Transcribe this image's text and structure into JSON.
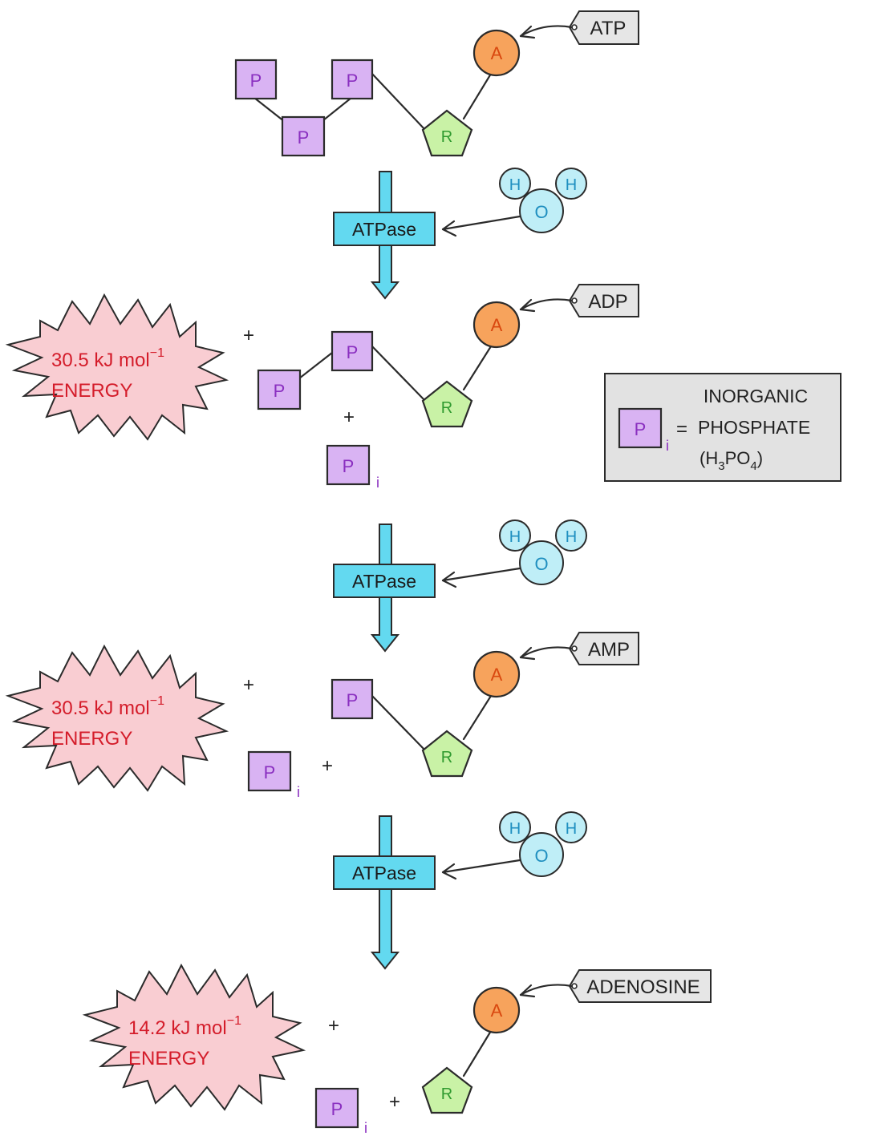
{
  "labels": {
    "atp": "ATP",
    "adp": "ADP",
    "amp": "AMP",
    "adenosine": "ADENOSINE",
    "enzyme": "ATPase",
    "phosphate": "P",
    "ribose": "R",
    "adenine": "A",
    "hydrogen": "H",
    "oxygen": "O",
    "plus": "+",
    "inorganic_subscript": "i"
  },
  "energy": [
    {
      "value": "30.5 kJ mol",
      "superscript": "−1",
      "label": "ENERGY"
    },
    {
      "value": "30.5 kJ mol",
      "superscript": "−1",
      "label": "ENERGY"
    },
    {
      "value": "14.2 kJ mol",
      "superscript": "−1",
      "label": "ENERGY"
    }
  ],
  "key": {
    "equals": "=",
    "line1": "INORGANIC",
    "line2": "PHOSPHATE",
    "formula": {
      "open": "(H",
      "sub1": "3",
      "mid": "PO",
      "sub2": "4",
      "close": ")"
    }
  },
  "colors": {
    "phosphate": "#d9b3f3",
    "phosphate_text": "#8a2fc0",
    "ribose": "#c9f2a6",
    "ribose_text": "#2f9a2f",
    "adenine": "#f7a35c",
    "adenine_text": "#d9480f",
    "water": "#bfeef7",
    "water_text": "#1f8fc0",
    "enzyme": "#63d9f0",
    "arrow": "#63d9f0",
    "energy": "#f9cdd2",
    "energy_text": "#d41c2a",
    "tag": "#e6e6e6",
    "key_box": "#e2e2e2"
  }
}
